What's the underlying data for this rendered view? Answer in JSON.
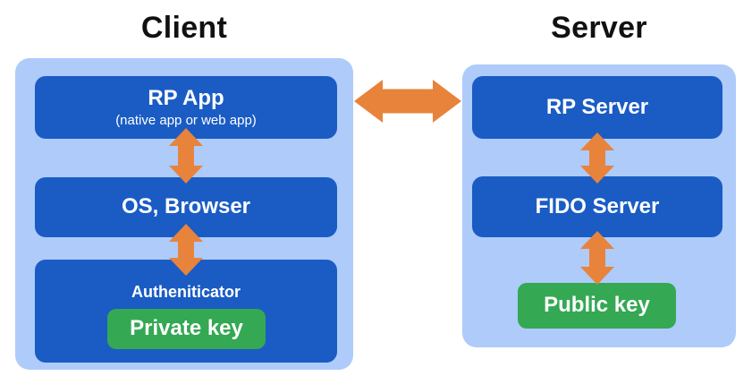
{
  "colors": {
    "panel_blue": "#AECBFA",
    "box_blue": "#1A5CC4",
    "key_green": "#34A853",
    "arrow_orange": "#E8833C",
    "title_color": "#111111",
    "box_text": "#FFFFFF"
  },
  "client": {
    "title": "Client",
    "rp_app": {
      "label": "RP App",
      "sublabel": "(native app or web app)"
    },
    "os_browser": {
      "label": "OS, Browser"
    },
    "authenticator": {
      "label": "Autheniticator"
    },
    "private_key": {
      "label": "Private key"
    }
  },
  "server": {
    "title": "Server",
    "rp_server": {
      "label": "RP Server"
    },
    "fido_server": {
      "label": "FIDO Server"
    },
    "public_key": {
      "label": "Public key"
    }
  },
  "arrows": [
    {
      "name": "rp-app-to-rp-server",
      "direction": "horizontal-bidirectional"
    },
    {
      "name": "rp-app-to-os-browser",
      "direction": "vertical-bidirectional"
    },
    {
      "name": "os-browser-to-authenticator",
      "direction": "vertical-bidirectional"
    },
    {
      "name": "rp-server-to-fido-server",
      "direction": "vertical-bidirectional"
    },
    {
      "name": "fido-server-to-public-key",
      "direction": "vertical-bidirectional"
    }
  ]
}
